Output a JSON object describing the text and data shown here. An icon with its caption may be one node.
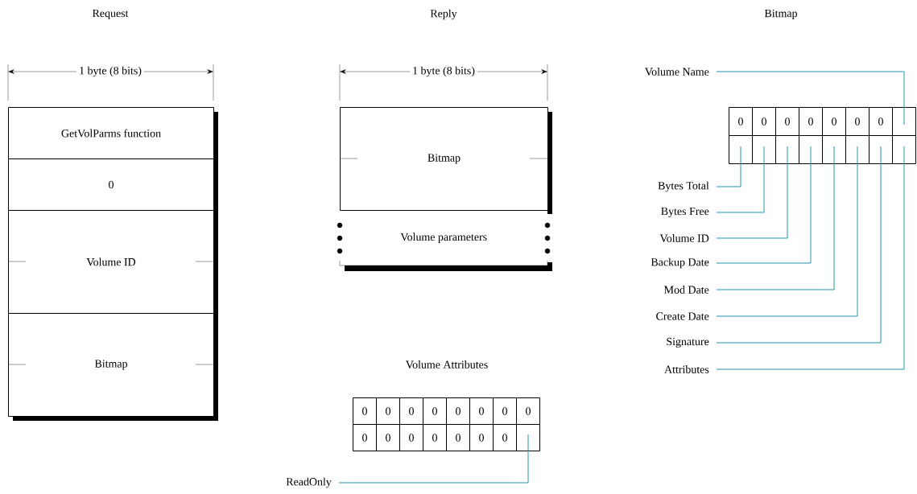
{
  "diagram": {
    "nodes": [
      {
        "text": [
          "GetVolParms function"
        ]
      },
      {
        "text": [
          "0"
        ]
      },
      {
        "text": [
          "Volume ID"
        ]
      },
      {
        "text": [
          "Bitmap"
        ]
      },
      {
        "text": [
          "Bitmap"
        ]
      },
      {
        "text": [
          "Volume parameters"
        ]
      },
      {
        "text": [
          "Volume Name"
        ]
      },
      {
        "text": [
          "0"
        ]
      },
      {
        "text": [
          "0"
        ]
      },
      {
        "text": [
          "0"
        ]
      },
      {
        "text": [
          "0"
        ]
      },
      {
        "text": [
          "0"
        ]
      },
      {
        "text": [
          "0"
        ]
      },
      {
        "text": [
          "0"
        ]
      },
      {
        "text": [],
        "shape": "box"
      },
      {
        "text": [],
        "shape": "box"
      },
      {
        "text": [],
        "shape": "box"
      },
      {
        "text": [],
        "shape": "box"
      },
      {
        "text": [],
        "shape": "box"
      },
      {
        "text": [],
        "shape": "box"
      },
      {
        "text": [],
        "shape": "box"
      },
      {
        "text": [],
        "shape": "box"
      },
      {
        "text": [],
        "shape": "box"
      },
      {
        "text": [
          "Bytes Total"
        ]
      },
      {
        "text": [
          "Bytes Free"
        ]
      },
      {
        "text": [
          "Volume ID"
        ]
      },
      {
        "text": [
          "Backup Date"
        ]
      },
      {
        "text": [
          "Mod Date"
        ]
      },
      {
        "text": [
          "Create Date"
        ]
      },
      {
        "text": [
          "Signature"
        ]
      },
      {
        "text": [
          "Attributes"
        ]
      },
      {
        "text": [
          "0"
        ]
      },
      {
        "text": [
          "0"
        ]
      },
      {
        "text": [
          "0"
        ]
      },
      {
        "text": [
          "0"
        ]
      },
      {
        "text": [
          "0"
        ]
      },
      {
        "text": [
          "0"
        ]
      },
      {
        "text": [
          "0"
        ]
      },
      {
        "text": [
          "0"
        ]
      },
      {
        "text": [
          "0"
        ]
      },
      {
        "text": [
          "0"
        ]
      },
      {
        "text": [
          "0"
        ]
      },
      {
        "text": [
          "0"
        ]
      },
      {
        "text": [
          "0"
        ]
      },
      {
        "text": [
          "0"
        ]
      },
      {
        "text": [
          "0"
        ]
      },
      {
        "text": [],
        "shape": "box"
      },
      {
        "text": [
          "ReadOnly"
        ]
      }
    ],
    "edges": [
      {
        "from": 6,
        "to": 14,
        "arrow": "none"
      },
      {
        "from": 23,
        "to": 15,
        "arrow": "none"
      },
      {
        "from": 24,
        "to": 16,
        "arrow": "none"
      },
      {
        "from": 25,
        "to": 17,
        "arrow": "none"
      },
      {
        "from": 26,
        "to": 18,
        "arrow": "none"
      },
      {
        "from": 27,
        "to": 19,
        "arrow": "none"
      },
      {
        "from": 28,
        "to": 20,
        "arrow": "none"
      },
      {
        "from": 29,
        "to": 21,
        "arrow": "none"
      },
      {
        "from": 30,
        "to": 22,
        "arrow": "none"
      },
      {
        "from": 47,
        "to": 46,
        "arrow": "none"
      }
    ],
    "labels": [
      "Request",
      "Reply",
      "Bitmap",
      "1 byte (8 bits)",
      "1 byte (8 bits)",
      "Volume Attributes"
    ]
  }
}
